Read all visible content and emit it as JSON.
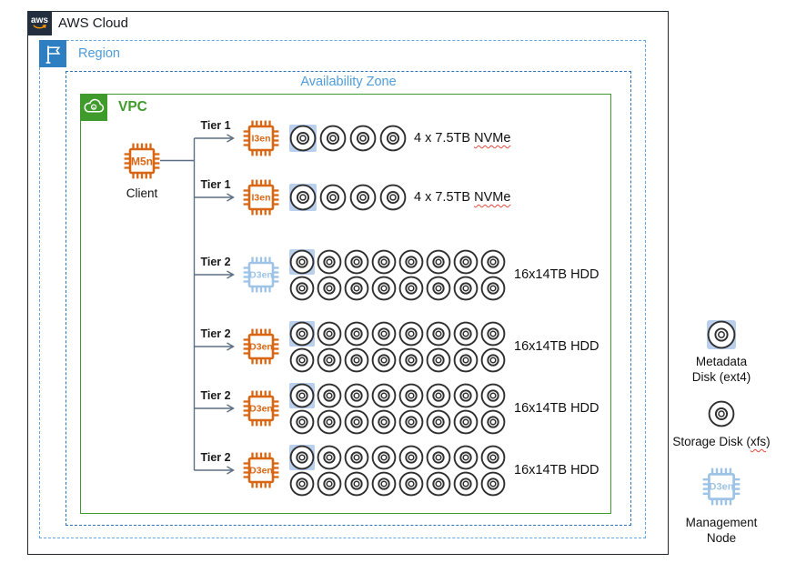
{
  "aws_cloud": {
    "label": "AWS Cloud"
  },
  "region": {
    "label": "Region"
  },
  "availability_zone": {
    "label": "Availability Zone"
  },
  "vpc": {
    "label": "VPC"
  },
  "client": {
    "instance": "M5n",
    "label": "Client"
  },
  "tiers": [
    {
      "tier": "Tier 1",
      "instance": "I3en",
      "management": false,
      "disks": 4,
      "disks_per_row": 4,
      "metadata_disks": 1,
      "label": "4 x 7.5TB NVMe"
    },
    {
      "tier": "Tier 1",
      "instance": "I3en",
      "management": false,
      "disks": 4,
      "disks_per_row": 4,
      "metadata_disks": 1,
      "label": "4 x 7.5TB NVMe"
    },
    {
      "tier": "Tier 2",
      "instance": "D3en",
      "management": true,
      "disks": 16,
      "disks_per_row": 8,
      "metadata_disks": 1,
      "label": "16x14TB HDD"
    },
    {
      "tier": "Tier 2",
      "instance": "D3en",
      "management": false,
      "disks": 16,
      "disks_per_row": 8,
      "metadata_disks": 1,
      "label": "16x14TB HDD"
    },
    {
      "tier": "Tier 2",
      "instance": "D3en",
      "management": false,
      "disks": 16,
      "disks_per_row": 8,
      "metadata_disks": 1,
      "label": "16x14TB HDD"
    },
    {
      "tier": "Tier 2",
      "instance": "D3en",
      "management": false,
      "disks": 16,
      "disks_per_row": 8,
      "metadata_disks": 1,
      "label": "16x14TB HDD"
    }
  ],
  "legend": [
    {
      "type": "metadata-disk",
      "label": "Metadata Disk (ext4)"
    },
    {
      "type": "storage-disk",
      "label": "Storage Disk (xfs)"
    },
    {
      "type": "management-node",
      "instance": "D3en",
      "label": "Management Node"
    }
  ],
  "spellcheck_flagged": [
    "NVMe",
    "xfs"
  ],
  "colors": {
    "instance_orange": "#d86613",
    "management_blue": "#9dc3e6",
    "metadata_disk_bg": "#b9cfeb",
    "disk_stroke": "#2f2f2f",
    "vpc_green": "#3f9c2c",
    "region_flag_bg": "#2e7fc1",
    "blue_label_text": "#4e9cd9",
    "az_border_blue": "#2e73b8",
    "region_border_blue": "#64a6e2",
    "aws_navy": "#232f3e",
    "aws_smile_orange": "#ff9900",
    "connector_gray": "#5c6f82"
  }
}
